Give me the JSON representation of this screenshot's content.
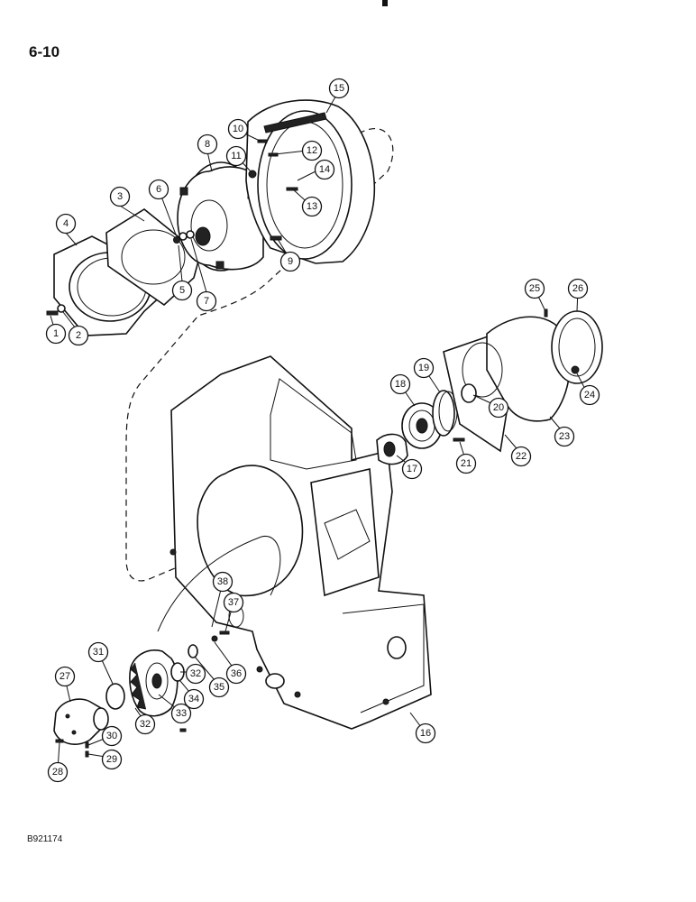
{
  "page": {
    "page_number": "6-10",
    "doc_code": "B921174"
  },
  "callouts": [
    {
      "num": "1"
    },
    {
      "num": "2"
    },
    {
      "num": "3"
    },
    {
      "num": "4"
    },
    {
      "num": "5"
    },
    {
      "num": "6"
    },
    {
      "num": "7"
    },
    {
      "num": "8"
    },
    {
      "num": "9"
    },
    {
      "num": "10"
    },
    {
      "num": "11"
    },
    {
      "num": "12"
    },
    {
      "num": "13"
    },
    {
      "num": "14"
    },
    {
      "num": "15"
    },
    {
      "num": "16"
    },
    {
      "num": "17"
    },
    {
      "num": "18"
    },
    {
      "num": "19"
    },
    {
      "num": "20"
    },
    {
      "num": "21"
    },
    {
      "num": "22"
    },
    {
      "num": "23"
    },
    {
      "num": "24"
    },
    {
      "num": "25"
    },
    {
      "num": "26"
    },
    {
      "num": "27"
    },
    {
      "num": "28"
    },
    {
      "num": "29"
    },
    {
      "num": "30"
    },
    {
      "num": "31"
    },
    {
      "num": "32"
    },
    {
      "num": "32"
    },
    {
      "num": "33"
    },
    {
      "num": "34"
    },
    {
      "num": "35"
    },
    {
      "num": "36"
    },
    {
      "num": "37"
    },
    {
      "num": "38"
    }
  ]
}
